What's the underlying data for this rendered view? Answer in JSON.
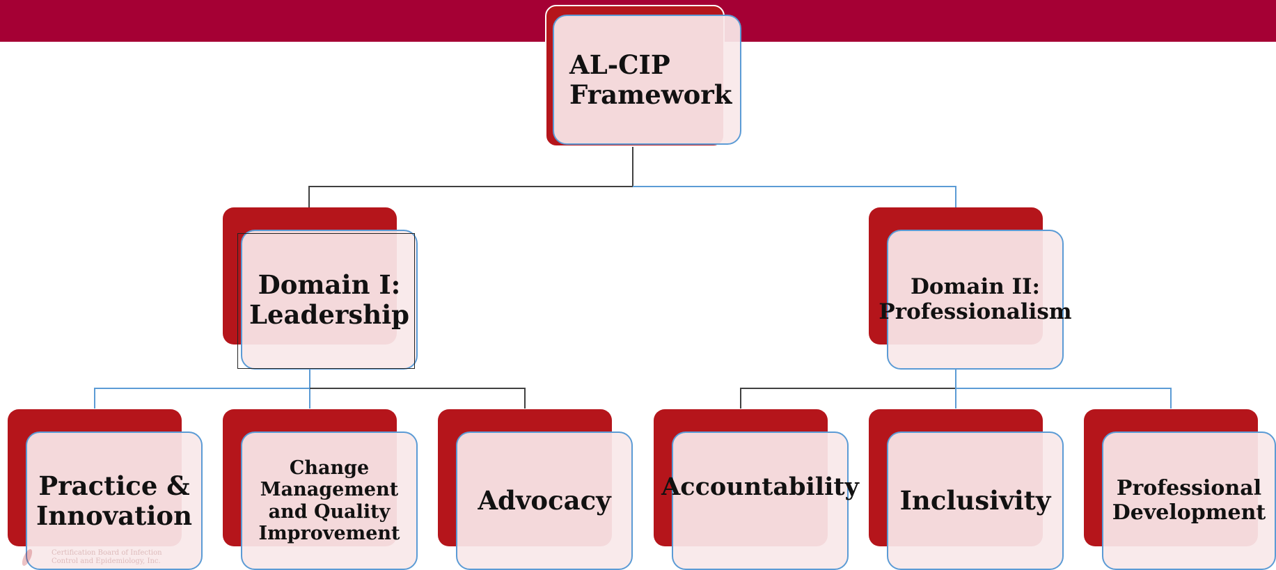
{
  "colors": {
    "header_bar": "#a50034",
    "box_back": "#b5151b",
    "box_front": "#f9e8e9",
    "box_border": "#5b9bd5",
    "connector_dark": "#404040",
    "connector_blue": "#5b9bd5"
  },
  "diagram": {
    "root": {
      "label": "AL-CIP\nFramework"
    },
    "domains": [
      {
        "label": "Domain I:\nLeadership",
        "children": [
          {
            "label": "Practice &\nInnovation"
          },
          {
            "label": "Change\nManagement\nand Quality\nImprovement"
          },
          {
            "label": "Advocacy"
          }
        ]
      },
      {
        "label": "Domain II:\nProfessionalism",
        "children": [
          {
            "label": "Accountability"
          },
          {
            "label": "Inclusivity"
          },
          {
            "label": "Professional\nDevelopment"
          }
        ]
      }
    ]
  },
  "watermark": {
    "organization": "Certification Board of Infection\nControl and Epidemiology, Inc.",
    "logo_icon": "cbic-flame-logo"
  }
}
